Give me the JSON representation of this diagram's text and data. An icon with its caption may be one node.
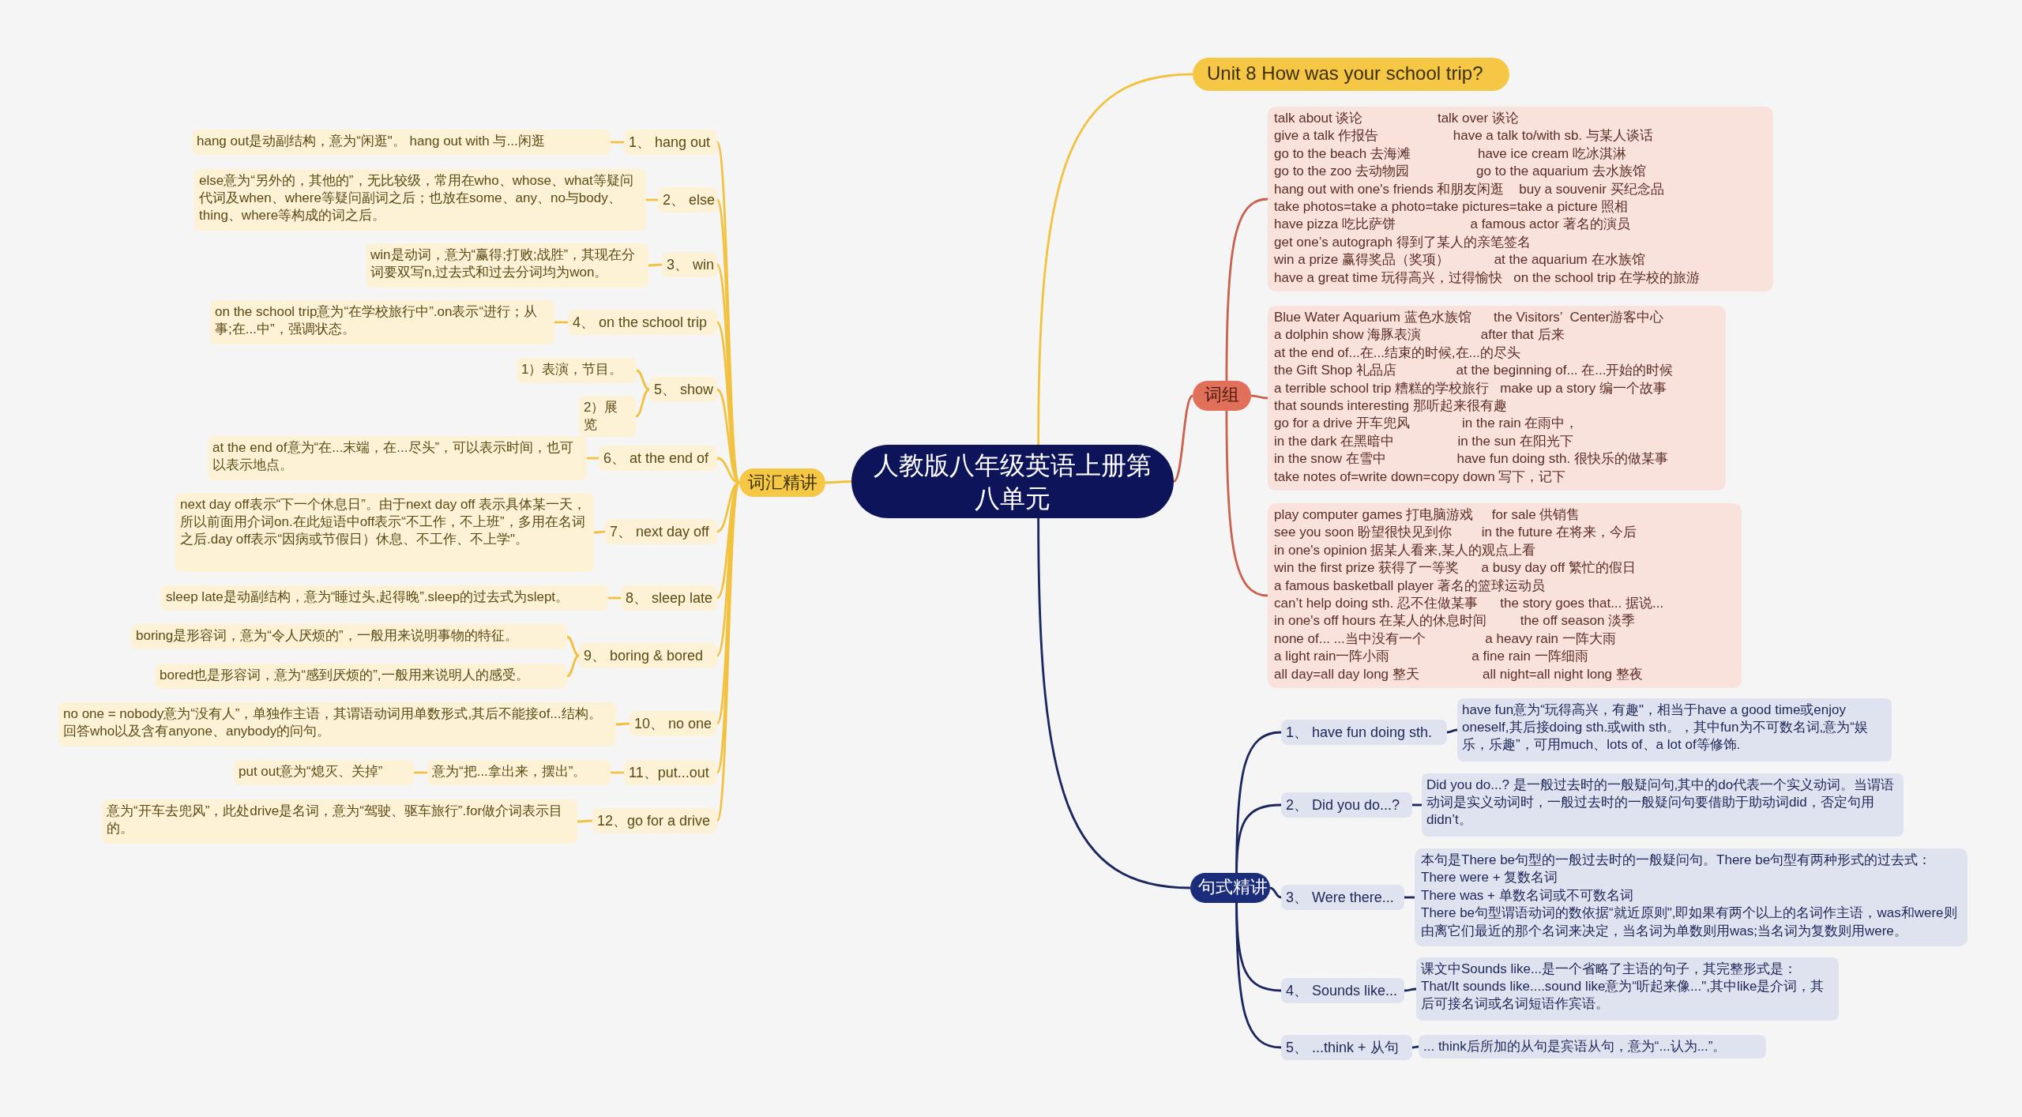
{
  "diagram": {
    "nodes": [
      {
        "text": [
          "人教版八年级英语上册第八单元"
        ]
      },
      {
        "text": [
          "Unit 8 How was your school trip?"
        ]
      },
      {
        "text": [
          "词组"
        ]
      },
      {
        "text": [
          "talk about 谈论                    talk over 谈论",
          "give a talk 作报告                    have a talk to/with sb. 与某人谈话",
          "go to the beach 去海滩                  have ice cream 吃冰淇淋",
          "go to the zoo 去动物园                  go to the aquarium 去水族馆",
          "hang out with one's friends 和朋友闲逛    buy a souvenir 买纪念品",
          "take photos=take a photo=take pictures=take a picture 照相",
          "have pizza 吃比萨饼                    a famous actor 著名的演员",
          "get one’s autograph 得到了某人的亲笔签名",
          "win a prize 赢得奖品（奖项）            at the aquarium 在水族馆",
          "have a great time 玩得高兴，过得愉快   on the school trip 在学校的旅游"
        ]
      },
      {
        "text": [
          "Blue Water Aquarium 蓝色水族馆      the Visitors’  Center游客中心",
          "a dolphin show 海豚表演                after that 后来",
          "at the end of...在...结束的时候,在...的尽头",
          "the Gift Shop 礼品店                at the beginning of... 在...开始的时候",
          "a terrible school trip 糟糕的学校旅行   make up a story 编一个故事",
          "that sounds interesting 那听起来很有趣",
          "go for a drive 开车兜风              in the rain 在雨中，",
          "in the dark 在黑暗中                 in the sun 在阳光下",
          "in the snow 在雪中                   have fun doing sth. 很快乐的做某事",
          "take notes of=write down=copy down 写下，记下"
        ]
      },
      {
        "text": [
          "play computer games 打电脑游戏     for sale 供销售",
          "see you soon 盼望很快见到你        in the future 在将来，今后",
          "in one's opinion 据某人看来,某人的观点上看",
          "win the first prize 获得了一等奖      a busy day off 繁忙的假日",
          "a famous basketball player 著名的篮球运动员",
          "can’t help doing sth. 忍不住做某事      the story goes that... 据说...",
          "in one's off hours 在某人的休息时间         the off season 淡季",
          "none of... ...当中没有一个                a heavy rain 一阵大雨",
          "a light rain一阵小雨                      a fine rain 一阵细雨",
          "all day=all day long 整天                 all night=all night long 整夜"
        ]
      },
      {
        "text": [
          "句式精讲"
        ]
      },
      {
        "text": [
          "1、 have fun doing sth."
        ]
      },
      {
        "text": [
          "have fun意为“玩得高兴，有趣\"，相当于have a good time或enjoy oneself,其后接doing sth.或with sth。，其中fun为不可数名词,意为“娱乐，乐趣”，可用much、lots of、a lot of等修饰."
        ]
      },
      {
        "text": [
          "2、 Did you do...?"
        ]
      },
      {
        "text": [
          "Did you do...? 是一般过去时的一般疑问句,其中的do代表一个实义动词。当谓语动词是实义动词时，一般过去时的一般疑问句要借助于助动词did，否定句用didn’t。"
        ]
      },
      {
        "text": [
          "3、 Were there..."
        ]
      },
      {
        "text": [
          "本句是There be句型的一般过去时的一般疑问句。There be句型有两种形式的过去式：",
          "There were + 复数名词",
          "There was + 单数名词或不可数名词",
          "There be句型谓语动词的数依据“就近原则\",即如果有两个以上的名词作主语，was和were则由离它们最近的那个名词来决定，当名词为单数则用was;当名词为复数则用were。"
        ]
      },
      {
        "text": [
          "4、 Sounds like..."
        ]
      },
      {
        "text": [
          "课文中Sounds like...是一个省略了主语的句子，其完整形式是：That/It sounds like....sound like意为“听起来像...\",其中like是介词，其后可接名词或名词短语作宾语。"
        ]
      },
      {
        "text": [
          "5、 ...think + 从句"
        ]
      },
      {
        "text": [
          "... think后所加的从句是宾语从句，意为“...认为...”。"
        ]
      },
      {
        "text": [
          "词汇精讲"
        ]
      },
      {
        "text": [
          "1、 hang out"
        ]
      },
      {
        "text": [
          "hang out是动副结构，意为“闲逛\"。  hang out with  与...闲逛"
        ]
      },
      {
        "text": [
          "2、 else"
        ]
      },
      {
        "text": [
          "else意为“另外的，其他的”，无比较级，常用在who、whose、what等疑问代词及when、where等疑问副词之后；也放在some、any、no与body、thing、where等构成的词之后。"
        ]
      },
      {
        "text": [
          "3、 win"
        ]
      },
      {
        "text": [
          "win是动词，意为“赢得;打败;战胜”，其现在分词要双写n,过去式和过去分词均为won。"
        ]
      },
      {
        "text": [
          "4、 on the school trip"
        ]
      },
      {
        "text": [
          "on the school trip意为“在学校旅行中”.on表示“进行；从事;在...中”，强调状态。"
        ]
      },
      {
        "text": [
          "5、 show"
        ]
      },
      {
        "text": [
          "1）表演，节目。"
        ]
      },
      {
        "text": [
          "2）展览"
        ]
      },
      {
        "text": [
          "6、 at the end of"
        ]
      },
      {
        "text": [
          "at the end of意为“在...末端，在...尽头”，可以表示时间，也可以表示地点。"
        ]
      },
      {
        "text": [
          "7、 next day off"
        ]
      },
      {
        "text": [
          "next day off表示“下一个休息日”。由于next day off 表示具体某一天，所以前面用介词on.在此短语中off表示“不工作，不上班”，多用在名词之后.day off表示“因病或节假日）休息、不工作、不上学\"。"
        ]
      },
      {
        "text": [
          "8、 sleep late"
        ]
      },
      {
        "text": [
          "sleep late是动副结构，意为“睡过头,起得晚”.sleep的过去式为slept。"
        ]
      },
      {
        "text": [
          "9、 boring & bored"
        ]
      },
      {
        "text": [
          "boring是形容词，意为“令人厌烦的”，一般用来说明事物的特征。"
        ]
      },
      {
        "text": [
          "bored也是形容词，意为“感到厌烦的”,一般用来说明人的感受。"
        ]
      },
      {
        "text": [
          "10、 no one"
        ]
      },
      {
        "text": [
          "no one = nobody意为“没有人”，单独作主语，其谓语动词用单数形式,其后不能接of...结构。回答who以及含有anyone、anybody的问句。"
        ]
      },
      {
        "text": [
          "11、put...out"
        ]
      },
      {
        "text": [
          "意为“把...拿出来，摆出”。"
        ]
      },
      {
        "text": [
          "put out意为“熄灭、关掉”"
        ]
      },
      {
        "text": [
          "12、go for a drive"
        ]
      },
      {
        "text": [
          "意为“开车去兜风”，此处drive是名词，意为“驾驶、驱车旅行”.for做介词表示目的。"
        ]
      }
    ],
    "edges": [
      {
        "from": 0,
        "to": 1,
        "arrow": "none"
      },
      {
        "from": 0,
        "to": 2,
        "arrow": "none",
        "color": "#c9614d"
      },
      {
        "from": 2,
        "to": 3,
        "arrow": "none",
        "color": "#c9614d"
      },
      {
        "from": 2,
        "to": 4,
        "arrow": "none",
        "color": "#c9614d"
      },
      {
        "from": 2,
        "to": 5,
        "arrow": "none",
        "color": "#c9614d"
      },
      {
        "from": 0,
        "to": 6,
        "arrow": "none",
        "color": "#1b2560"
      },
      {
        "from": 6,
        "to": 7,
        "arrow": "none",
        "color": "#1b2560"
      },
      {
        "from": 7,
        "to": 8,
        "arrow": "none",
        "color": "#1b2560"
      },
      {
        "from": 6,
        "to": 9,
        "arrow": "none",
        "color": "#1b2560"
      },
      {
        "from": 9,
        "to": 10,
        "arrow": "none",
        "color": "#1b2560"
      },
      {
        "from": 6,
        "to": 11,
        "arrow": "none",
        "color": "#1b2560"
      },
      {
        "from": 11,
        "to": 12,
        "arrow": "none",
        "color": "#1b2560"
      },
      {
        "from": 6,
        "to": 13,
        "arrow": "none",
        "color": "#1b2560"
      },
      {
        "from": 13,
        "to": 14,
        "arrow": "none",
        "color": "#1b2560"
      },
      {
        "from": 6,
        "to": 15,
        "arrow": "none",
        "color": "#1b2560"
      },
      {
        "from": 15,
        "to": 16,
        "arrow": "none",
        "color": "#1b2560"
      },
      {
        "from": 0,
        "to": 17,
        "arrow": "none"
      },
      {
        "from": 17,
        "to": 18,
        "arrow": "none"
      },
      {
        "from": 18,
        "to": 19,
        "arrow": "none"
      },
      {
        "from": 17,
        "to": 20,
        "arrow": "none"
      },
      {
        "from": 20,
        "to": 21,
        "arrow": "none"
      },
      {
        "from": 17,
        "to": 22,
        "arrow": "none"
      },
      {
        "from": 22,
        "to": 23,
        "arrow": "none"
      },
      {
        "from": 17,
        "to": 24,
        "arrow": "none"
      },
      {
        "from": 24,
        "to": 25,
        "arrow": "none"
      },
      {
        "from": 17,
        "to": 26,
        "arrow": "none"
      },
      {
        "from": 26,
        "to": 27,
        "arrow": "none"
      },
      {
        "from": 26,
        "to": 28,
        "arrow": "none"
      },
      {
        "from": 17,
        "to": 29,
        "arrow": "none"
      },
      {
        "from": 29,
        "to": 30,
        "arrow": "none"
      },
      {
        "from": 17,
        "to": 31,
        "arrow": "none"
      },
      {
        "from": 31,
        "to": 32,
        "arrow": "none"
      },
      {
        "from": 17,
        "to": 33,
        "arrow": "none"
      },
      {
        "from": 33,
        "to": 34,
        "arrow": "none"
      },
      {
        "from": 17,
        "to": 35,
        "arrow": "none"
      },
      {
        "from": 35,
        "to": 36,
        "arrow": "none"
      },
      {
        "from": 35,
        "to": 37,
        "arrow": "none"
      },
      {
        "from": 17,
        "to": 38,
        "arrow": "none"
      },
      {
        "from": 38,
        "to": 39,
        "arrow": "none"
      },
      {
        "from": 17,
        "to": 40,
        "arrow": "none"
      },
      {
        "from": 40,
        "to": 41,
        "arrow": "none"
      },
      {
        "from": 41,
        "to": 42,
        "arrow": "none"
      },
      {
        "from": 17,
        "to": 43,
        "arrow": "none"
      },
      {
        "from": 43,
        "to": 44,
        "arrow": "none"
      }
    ]
  }
}
